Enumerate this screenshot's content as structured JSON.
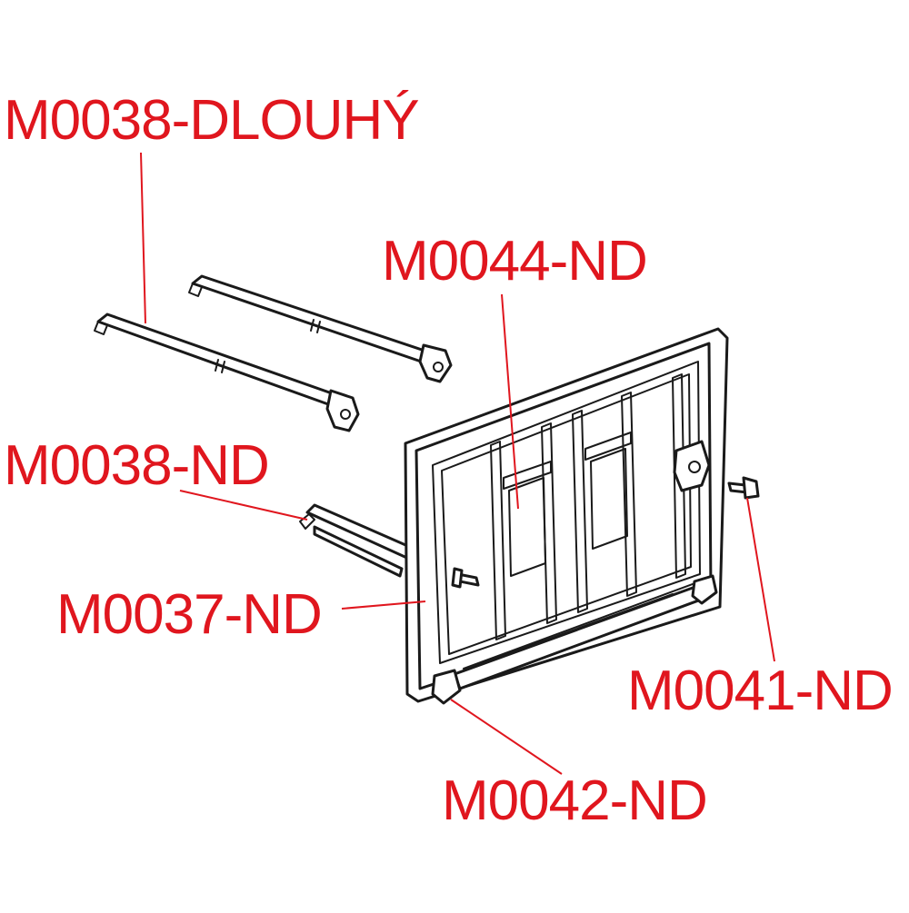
{
  "colors": {
    "label": "#e0161e",
    "leader": "#e0161e",
    "drawing": "#1a1a1a",
    "background": "#ffffff"
  },
  "labels": {
    "rod_long": "M0038-DLOUHÝ",
    "frame_clip": "M0044-ND",
    "rod": "M0038-ND",
    "frame": "M0037-ND",
    "screw": "M0041-ND",
    "hinge": "M0042-ND"
  }
}
